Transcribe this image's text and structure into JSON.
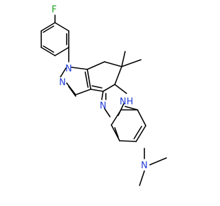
{
  "molecule": {
    "atom_labels": {
      "fluorine": "F",
      "pyrazole_n1": "N",
      "pyrazole_n2": "N",
      "imidazole_nh": "N",
      "imidazole_nh_h": "H",
      "imidazole_n": "N",
      "amine_n": "N"
    },
    "colors": {
      "bond": "#000000",
      "nitrogen": "#1f3bd6",
      "fluorine": "#1e9e1e"
    }
  }
}
